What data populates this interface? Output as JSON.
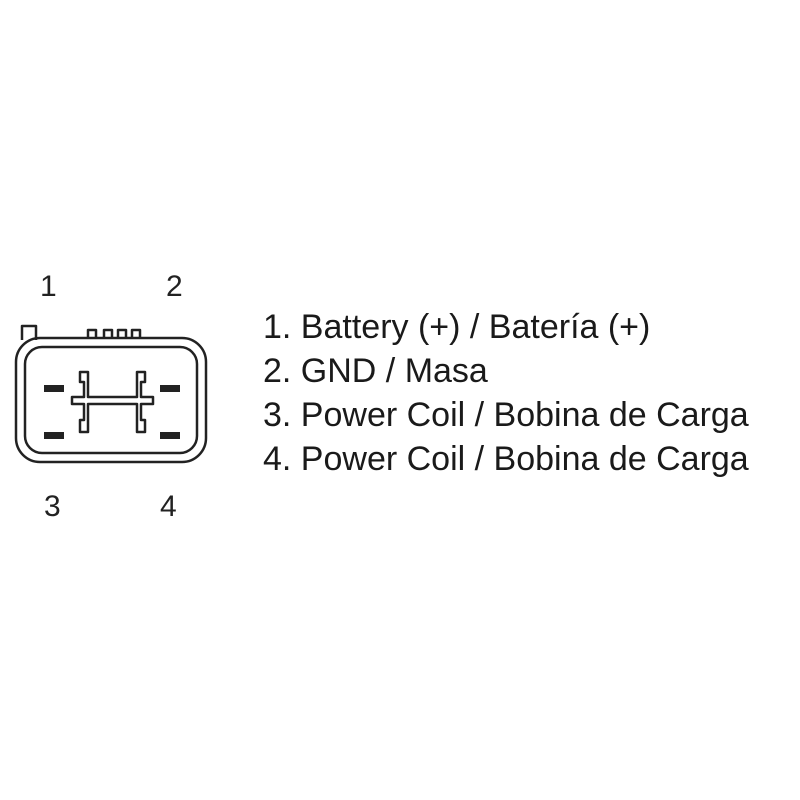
{
  "pin_labels": [
    "1",
    "2",
    "3",
    "4"
  ],
  "legend": [
    "1. Battery (+) / Batería (+)",
    "2. GND / Masa",
    "3. Power Coil / Bobina de Carga",
    "4. Power Coil / Bobina de Carga"
  ],
  "colors": {
    "line": "#222222",
    "background": "#ffffff"
  }
}
